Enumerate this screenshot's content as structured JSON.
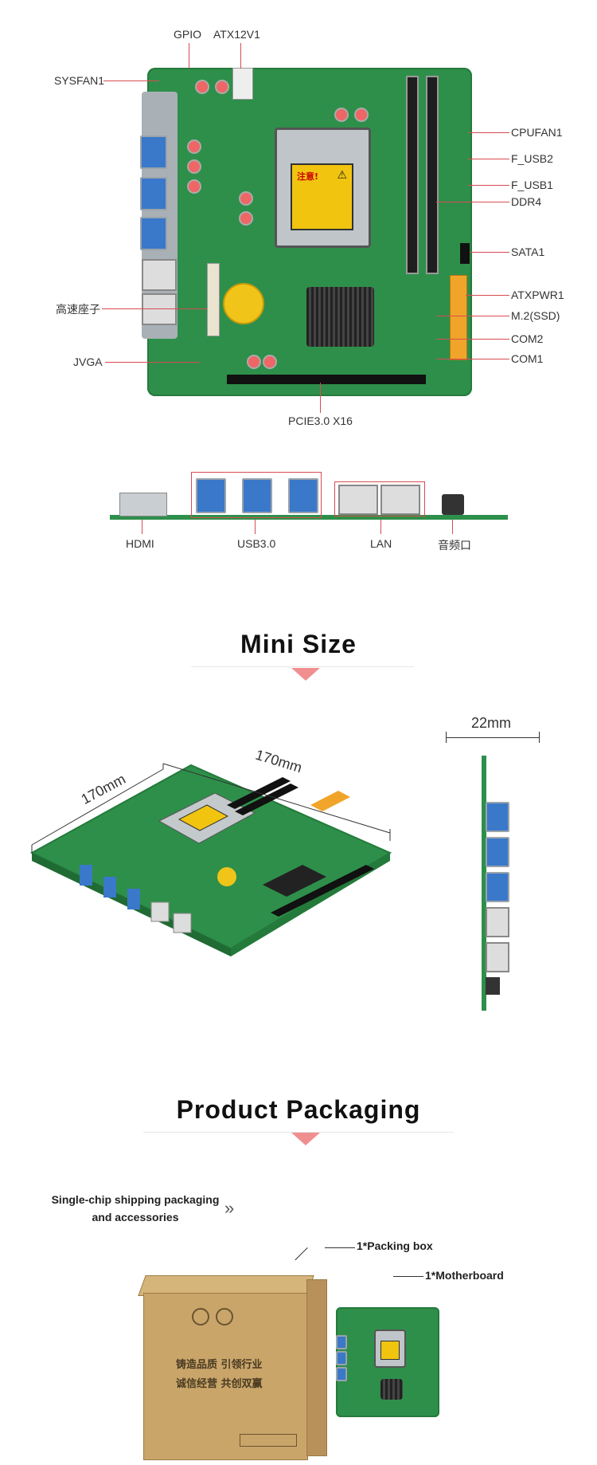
{
  "diagram_labels": {
    "gpio": "GPIO",
    "atx12v1": "ATX12V1",
    "sysfan1": "SYSFAN1",
    "cpufan1": "CPUFAN1",
    "f_usb2": "F_USB2",
    "f_usb1": "F_USB1",
    "ddr4": "DDR4",
    "sata1": "SATA1",
    "atxpwr1": "ATXPWR1",
    "m2": "M.2(SSD)",
    "com2": "COM2",
    "com1": "COM1",
    "high_speed_header": "高速座子",
    "jvga": "JVGA",
    "pcie": "PCIE3.0 X16",
    "warning": "注意!"
  },
  "io_labels": {
    "hdmi": "HDMI",
    "usb3": "USB3.0",
    "lan": "LAN",
    "audio": "音频口"
  },
  "mini_size": {
    "title": "Mini Size",
    "width": "170mm",
    "length": "170mm",
    "height": "22mm"
  },
  "packaging": {
    "title": "Product Packaging",
    "caption_line1": "Single-chip shipping packaging",
    "caption_line2": "and accessories",
    "chevrons": "»",
    "item_box": "1*Packing box",
    "item_board": "1*Motherboard",
    "box_text_1": "铸造品质  引领行业",
    "box_text_2": "诚信经营  共创双赢"
  },
  "colors": {
    "accent_red": "#d94b52",
    "triangle_pink": "#f08f8f",
    "pcb_green": "#2e8f4a",
    "usb_blue": "#3a78c9"
  }
}
